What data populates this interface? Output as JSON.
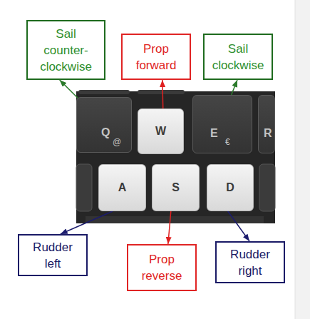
{
  "diagram": {
    "nodes": [
      {
        "text": [
          "Sail counter-clockwise"
        ]
      },
      {
        "text": [
          "Prop forward"
        ]
      },
      {
        "text": [
          "Sail clockwise"
        ]
      },
      {
        "text": [
          "Q",
          "@"
        ]
      },
      {
        "text": [
          "W"
        ]
      },
      {
        "text": [
          "E",
          "€"
        ]
      },
      {
        "text": [
          "R"
        ]
      },
      {
        "text": [
          "A"
        ]
      },
      {
        "text": [
          "S"
        ]
      },
      {
        "text": [
          "D"
        ]
      },
      {
        "text": [
          "Rudder left"
        ]
      },
      {
        "text": [
          "Prop reverse"
        ]
      },
      {
        "text": [
          "Rudder right"
        ]
      }
    ],
    "edges": [
      {
        "from": 3,
        "to": 0,
        "arrow": "to"
      },
      {
        "from": 4,
        "to": 1,
        "arrow": "to"
      },
      {
        "from": 5,
        "to": 2,
        "arrow": "to"
      },
      {
        "from": 7,
        "to": 10,
        "arrow": "to"
      },
      {
        "from": 8,
        "to": 11,
        "arrow": "to"
      },
      {
        "from": 9,
        "to": 12,
        "arrow": "to"
      }
    ]
  }
}
